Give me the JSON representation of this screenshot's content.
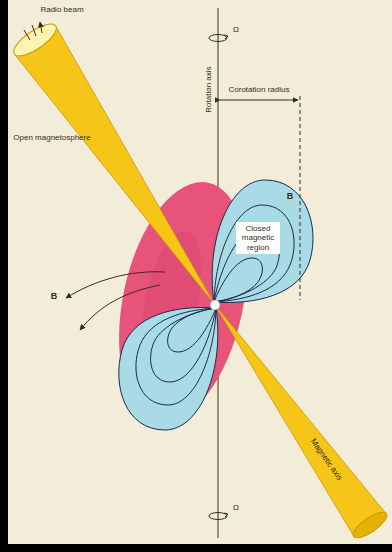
{
  "diagram": {
    "labels": [
      "Radio beam",
      "Ω",
      "Rotation axis",
      "Corotation radius",
      "Open magnetosphere",
      "B",
      "B",
      "Closed magnetic region",
      "Magnetic axis",
      "Ω"
    ]
  }
}
